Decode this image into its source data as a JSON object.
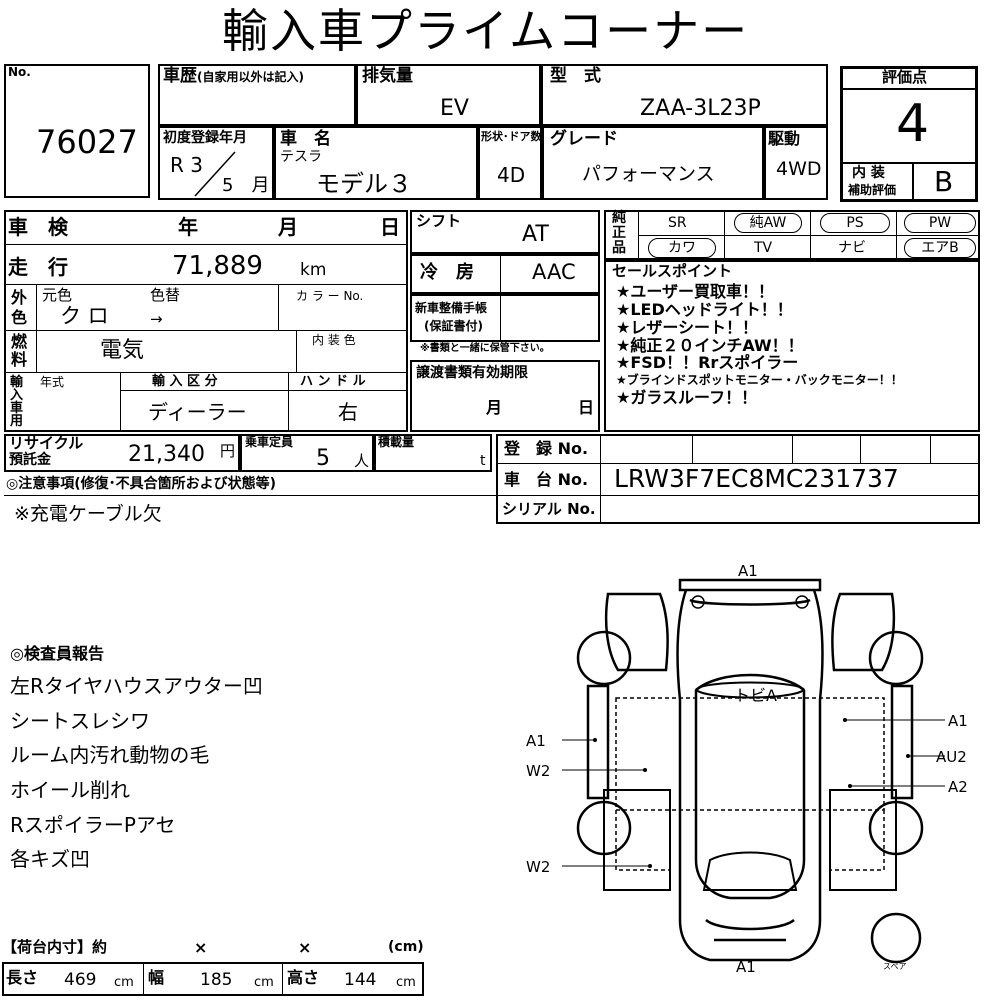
{
  "title": "輸入車プライムコーナー",
  "no": {
    "label": "No.",
    "value": "76027"
  },
  "history": {
    "label": "車歴",
    "sub": "(自家用以外は記入)"
  },
  "displacement": {
    "label": "排気量",
    "value": "EV"
  },
  "model_code": {
    "label": "型　式",
    "value": "ZAA-3L23P"
  },
  "score": {
    "label": "評価点",
    "value": "4",
    "interior_label_1": "内 装",
    "interior_label_2": "補助評価",
    "interior_value": "B"
  },
  "first_reg": {
    "label": "初度登録年月",
    "era": "R",
    "year": "3",
    "month": "5",
    "month_unit": "月"
  },
  "car_name": {
    "label": "車　名",
    "maker": "テスラ",
    "value": "モデル３"
  },
  "body": {
    "label": "形状･ドア数",
    "value": "4D"
  },
  "grade": {
    "label": "グレード",
    "value": "パフォーマンス"
  },
  "drive": {
    "label": "駆動",
    "value": "4WD"
  },
  "inspection": {
    "label": "車　検",
    "y": "年",
    "m": "月",
    "d": "日"
  },
  "mileage": {
    "label": "走　行",
    "value": "71,889",
    "unit": "km"
  },
  "exterior_color": {
    "side_1": "外",
    "side_2": "色",
    "orig_label": "元色",
    "change_label": "色替",
    "orig": "ク ロ",
    "arrow": "→",
    "code_label": "カ ラ ー No."
  },
  "fuel": {
    "side_1": "燃",
    "side_2": "料",
    "value": "電気",
    "interior_color_label": "内 装 色"
  },
  "import": {
    "side": "輸入車用",
    "year_label": "年式",
    "type_label": "輸 入 区 分",
    "type_value": "ディーラー",
    "handle_label": "ハ ン ド ル",
    "handle_value": "右"
  },
  "shift": {
    "label": "シフト",
    "value": "AT"
  },
  "aircon": {
    "label": "冷　房",
    "value": "AAC"
  },
  "warranty": {
    "label_1": "新車整備手帳",
    "label_2": "(保証書付)",
    "note": "※書類と一緒に保管下さい。"
  },
  "transfer": {
    "label": "譲渡書類有効期限",
    "m": "月",
    "d": "日"
  },
  "options": {
    "side_1": "純",
    "side_2": "正",
    "side_3": "品",
    "row1": [
      "SR",
      "純AW",
      "PS",
      "PW"
    ],
    "row2": [
      "カワ",
      "TV",
      "ナビ",
      "エアB"
    ]
  },
  "sales_points": {
    "label": "セールスポイント",
    "items": [
      "★ユーザー買取車！！",
      "★LEDヘッドライト！！",
      "★レザーシート！！",
      "★純正２０インチAW！！",
      "★FSD！！Rrスポイラー"
    ],
    "small": "★ブラインドスポットモニター・バックモニター！！",
    "last": "★ガラスルーフ！！"
  },
  "recycle": {
    "label_1": "リサイクル",
    "label_2": "預託金",
    "value": "21,340",
    "unit": "円"
  },
  "capacity": {
    "label": "乗車定員",
    "value": "5",
    "unit": "人"
  },
  "load": {
    "label": "積載量",
    "unit": "t"
  },
  "registration": {
    "label": "登　録 No.",
    "chassis_label": "車　台 No.",
    "chassis_value": "LRW3F7EC8MC231737",
    "serial_label": "シリアル No."
  },
  "notes": {
    "label": "◎注意事項(修復･不具合箇所および状態等)",
    "value": "※充電ケーブル欠"
  },
  "inspector": {
    "label": "◎検査員報告",
    "items": [
      "左Rタイヤハウスアウター凹",
      "シートスレシワ",
      "ルーム内汚れ動物の毛",
      "ホイール削れ",
      "RスポイラーPアセ",
      "各キズ凹"
    ]
  },
  "cargo": {
    "label": "【荷台内寸】約",
    "x1": "×",
    "x2": "×",
    "unit": "(cm)",
    "length_label": "長さ",
    "length": "469",
    "width_label": "幅",
    "width": "185",
    "height_label": "高さ",
    "height": "144",
    "cm": "cm"
  },
  "diagram": {
    "top": "A1",
    "bottom": "A1",
    "roof": "トビA",
    "spare": "スペア",
    "left": [
      "A1",
      "W2",
      "W2"
    ],
    "right": [
      "A1",
      "AU2",
      "A2"
    ]
  }
}
